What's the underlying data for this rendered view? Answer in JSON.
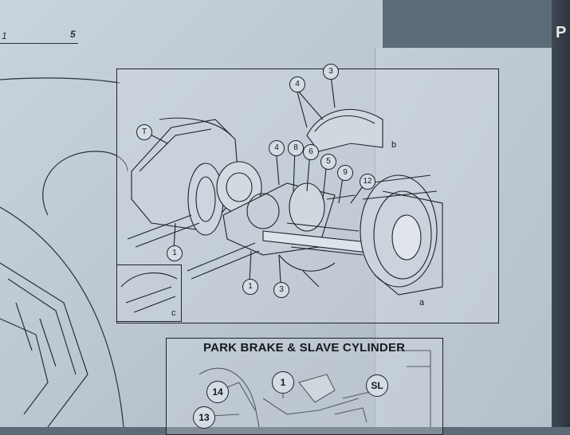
{
  "page": {
    "tab_letter": "P",
    "page_left": "1",
    "page_right": "5"
  },
  "upper_diagram": {
    "callouts": [
      "4",
      "3",
      "T",
      "4",
      "8",
      "6",
      "5",
      "9",
      "12",
      "1",
      "1",
      "3"
    ],
    "view_letters": [
      "b",
      "a",
      "c"
    ]
  },
  "lower_diagram": {
    "title": "PARK BRAKE & SLAVE CYLINDER",
    "callouts": [
      "14",
      "1",
      "SL",
      "13"
    ]
  }
}
